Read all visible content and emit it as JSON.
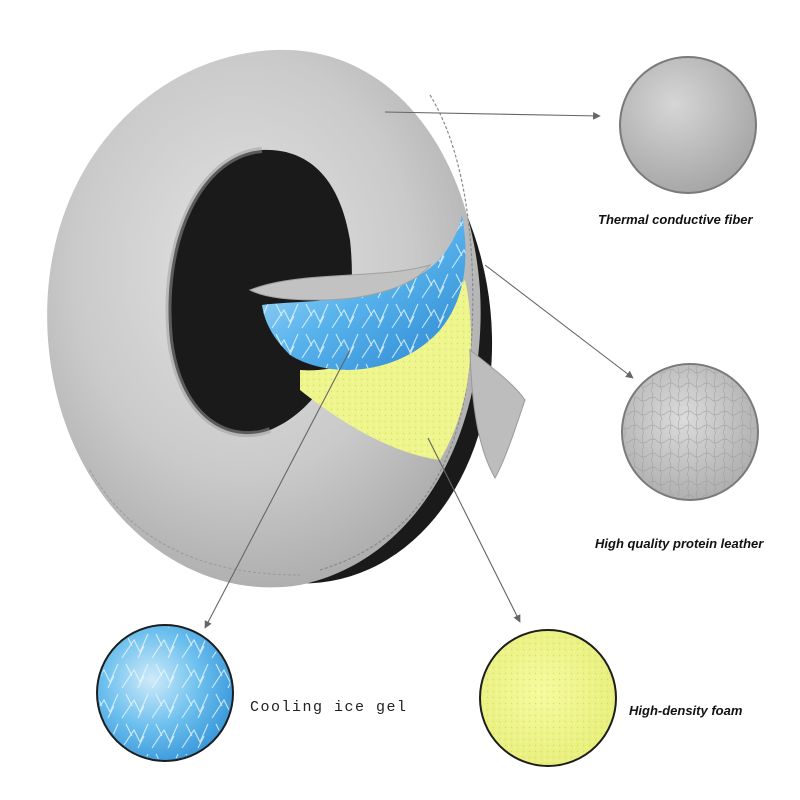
{
  "labels": {
    "thermal_fiber": "Thermal conductive fiber",
    "protein_leather": "High quality protein leather",
    "ice_gel": "Cooling ice gel",
    "foam": "High-density foam"
  },
  "colors": {
    "cushion": "#c4c4c4",
    "foam": "#eef58c",
    "gel": "#5fb4ea",
    "back": "#1a1a1a"
  }
}
